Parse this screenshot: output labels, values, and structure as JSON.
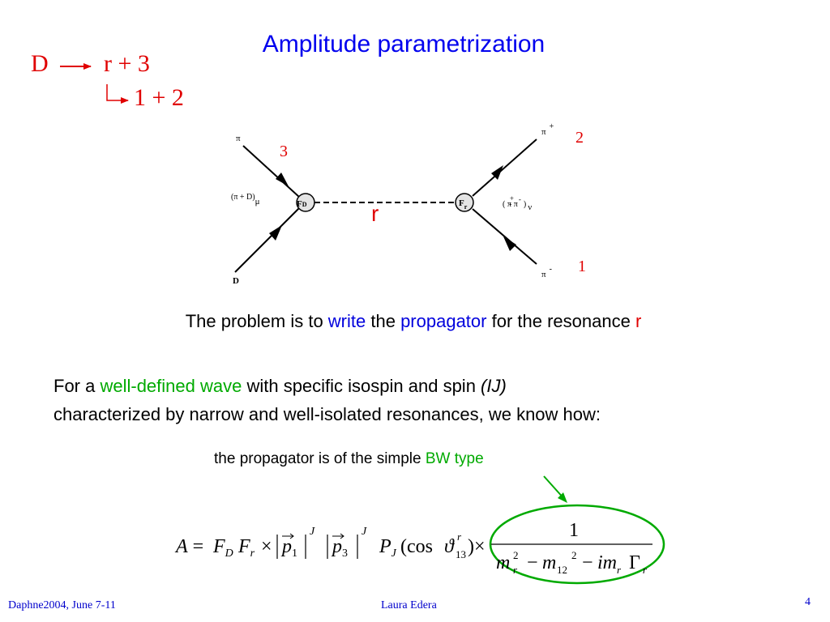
{
  "slide": {
    "title": "Amplitude parametrization",
    "decay": {
      "parent": "D",
      "products": "r + 3",
      "subdecay": "1 + 2"
    },
    "diagram": {
      "left_top_particle": "π",
      "left_top_number": "3",
      "left_bottom_particle": "D",
      "left_vertex_factor": "F",
      "left_vertex_sub": "D",
      "left_channel": "(π + D)",
      "left_channel_sub": "μ",
      "right_vertex_factor": "F",
      "right_vertex_sub": "r",
      "right_channel": "( π",
      "right_channel_mid": "-  π",
      "right_channel_end": ")",
      "right_channel_sub": "ν",
      "plus_sign": "+",
      "minus_sign": "-",
      "right_top_particle": "π",
      "right_top_charge": "+",
      "right_top_number": "2",
      "right_bottom_particle": "π",
      "right_bottom_charge": "-",
      "right_bottom_number": "1",
      "resonance_label": "r"
    },
    "problem": {
      "part1": "The problem is to ",
      "write": "write",
      "part2": " the ",
      "propagator": "propagator",
      "part3": " for the resonance ",
      "r": "r"
    },
    "paragraph": {
      "line1_a": "For a ",
      "line1_wave": "well-defined wave",
      "line1_b": " with specific isospin and spin ",
      "line1_ij": "(IJ)",
      "line2": "characterized by narrow and well-isolated resonances, we know how:"
    },
    "simple": {
      "text": "the propagator is of the simple ",
      "bw": "BW type"
    },
    "formula": {
      "A": "A",
      "eq": "=",
      "F1": "F",
      "F1_sub": "D",
      "F2": "F",
      "F2_sub": "r",
      "times": "×",
      "p": "p",
      "p1_sub": "1",
      "p3_sub": "3",
      "J": "J",
      "P": "P",
      "P_sub": "J",
      "cos": "(cos",
      "theta": "ϑ",
      "theta_sup": "r",
      "theta_sub": "13",
      "close": ")",
      "numerator": "1",
      "m": "m",
      "mr_sub": "r",
      "sq": "2",
      "minus": "−",
      "m12_sub": "12",
      "im": "im",
      "imr_sub": "r",
      "Gamma": "Γ",
      "Gamma_sub": "r"
    },
    "footer": {
      "left": "Daphne2004, June 7-11",
      "center": "Laura Edera",
      "page": "4"
    },
    "colors": {
      "title": "#0000ee",
      "red": "#e00000",
      "blue": "#0000dd",
      "green": "#00aa00",
      "footer": "#0000cc"
    }
  }
}
